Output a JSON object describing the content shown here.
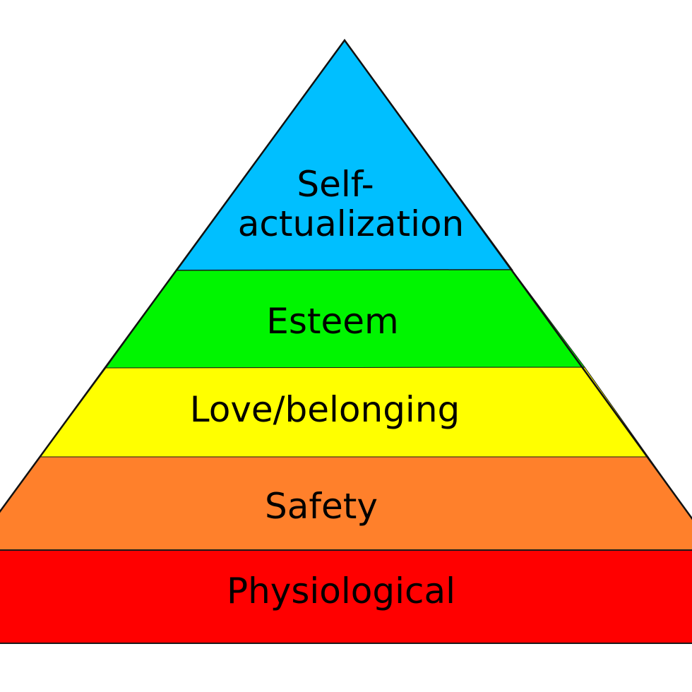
{
  "title": "Maslow's hierarchy of needs",
  "levels": [
    {
      "name": "self-actualization",
      "label_lines": [
        "Self-",
        "actualization"
      ],
      "color": "#00BFFF"
    },
    {
      "name": "esteem",
      "label": "Esteem",
      "color": "#00F500"
    },
    {
      "name": "love-belonging",
      "label": "Love/belonging",
      "color": "#FFFF00"
    },
    {
      "name": "safety",
      "label": "Safety",
      "color": "#FF802B"
    },
    {
      "name": "physiological",
      "label": "Physiological",
      "color": "#FF0000"
    }
  ]
}
